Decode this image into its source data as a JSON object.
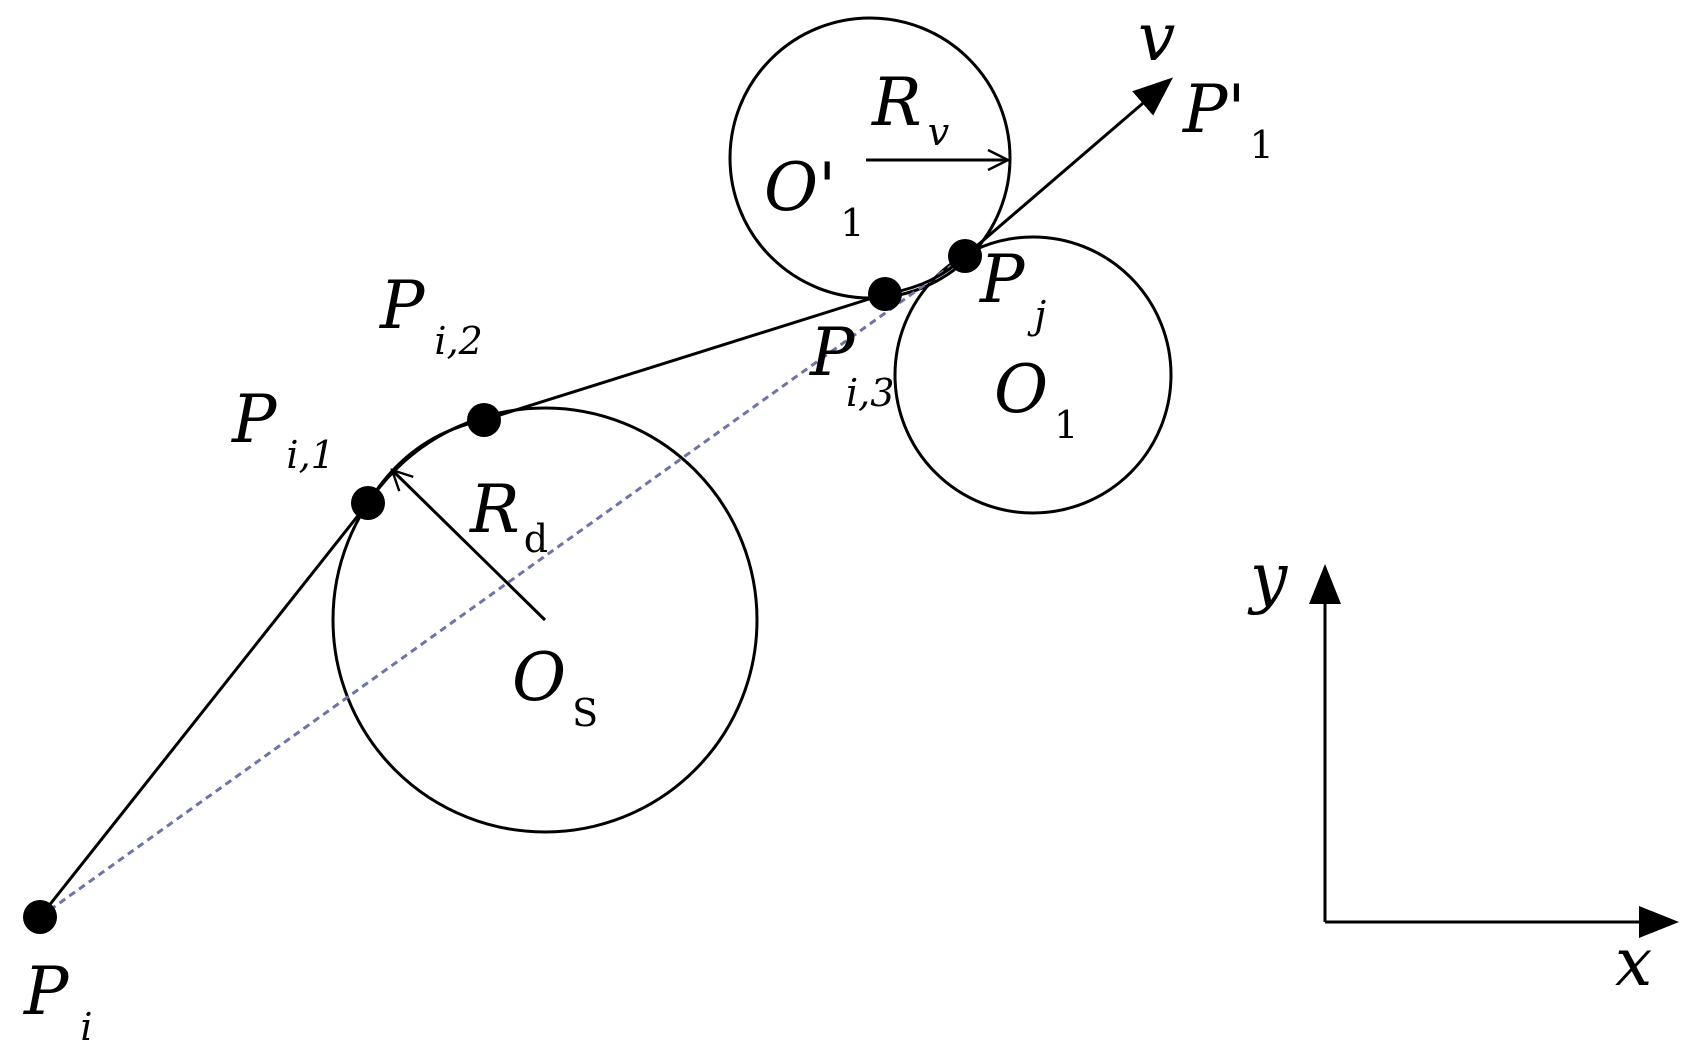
{
  "colors": {
    "ink": "#000000",
    "straight_line": "#6e74a8",
    "background": "#ffffff"
  },
  "labels": {
    "p_i": {
      "main": "P",
      "sub": "i"
    },
    "p_i1": {
      "main": "P",
      "sub": "i,1"
    },
    "p_i2": {
      "main": "P",
      "sub": "i,2"
    },
    "p_i3": {
      "main": "P",
      "sub": "i,3"
    },
    "p_j": {
      "main": "P",
      "sub": "j"
    },
    "p1_prime": {
      "main": "P'",
      "sub": "1"
    },
    "o1_prime": {
      "main": "O'",
      "sub": "1"
    },
    "o1": {
      "main": "O",
      "sub": "1"
    },
    "os": {
      "main": "O",
      "sub": "S"
    },
    "rd": {
      "main": "R",
      "sub": "d"
    },
    "rv": {
      "main": "R",
      "sub": "v"
    },
    "v": "v",
    "axis_x": "x",
    "axis_y": "y"
  }
}
